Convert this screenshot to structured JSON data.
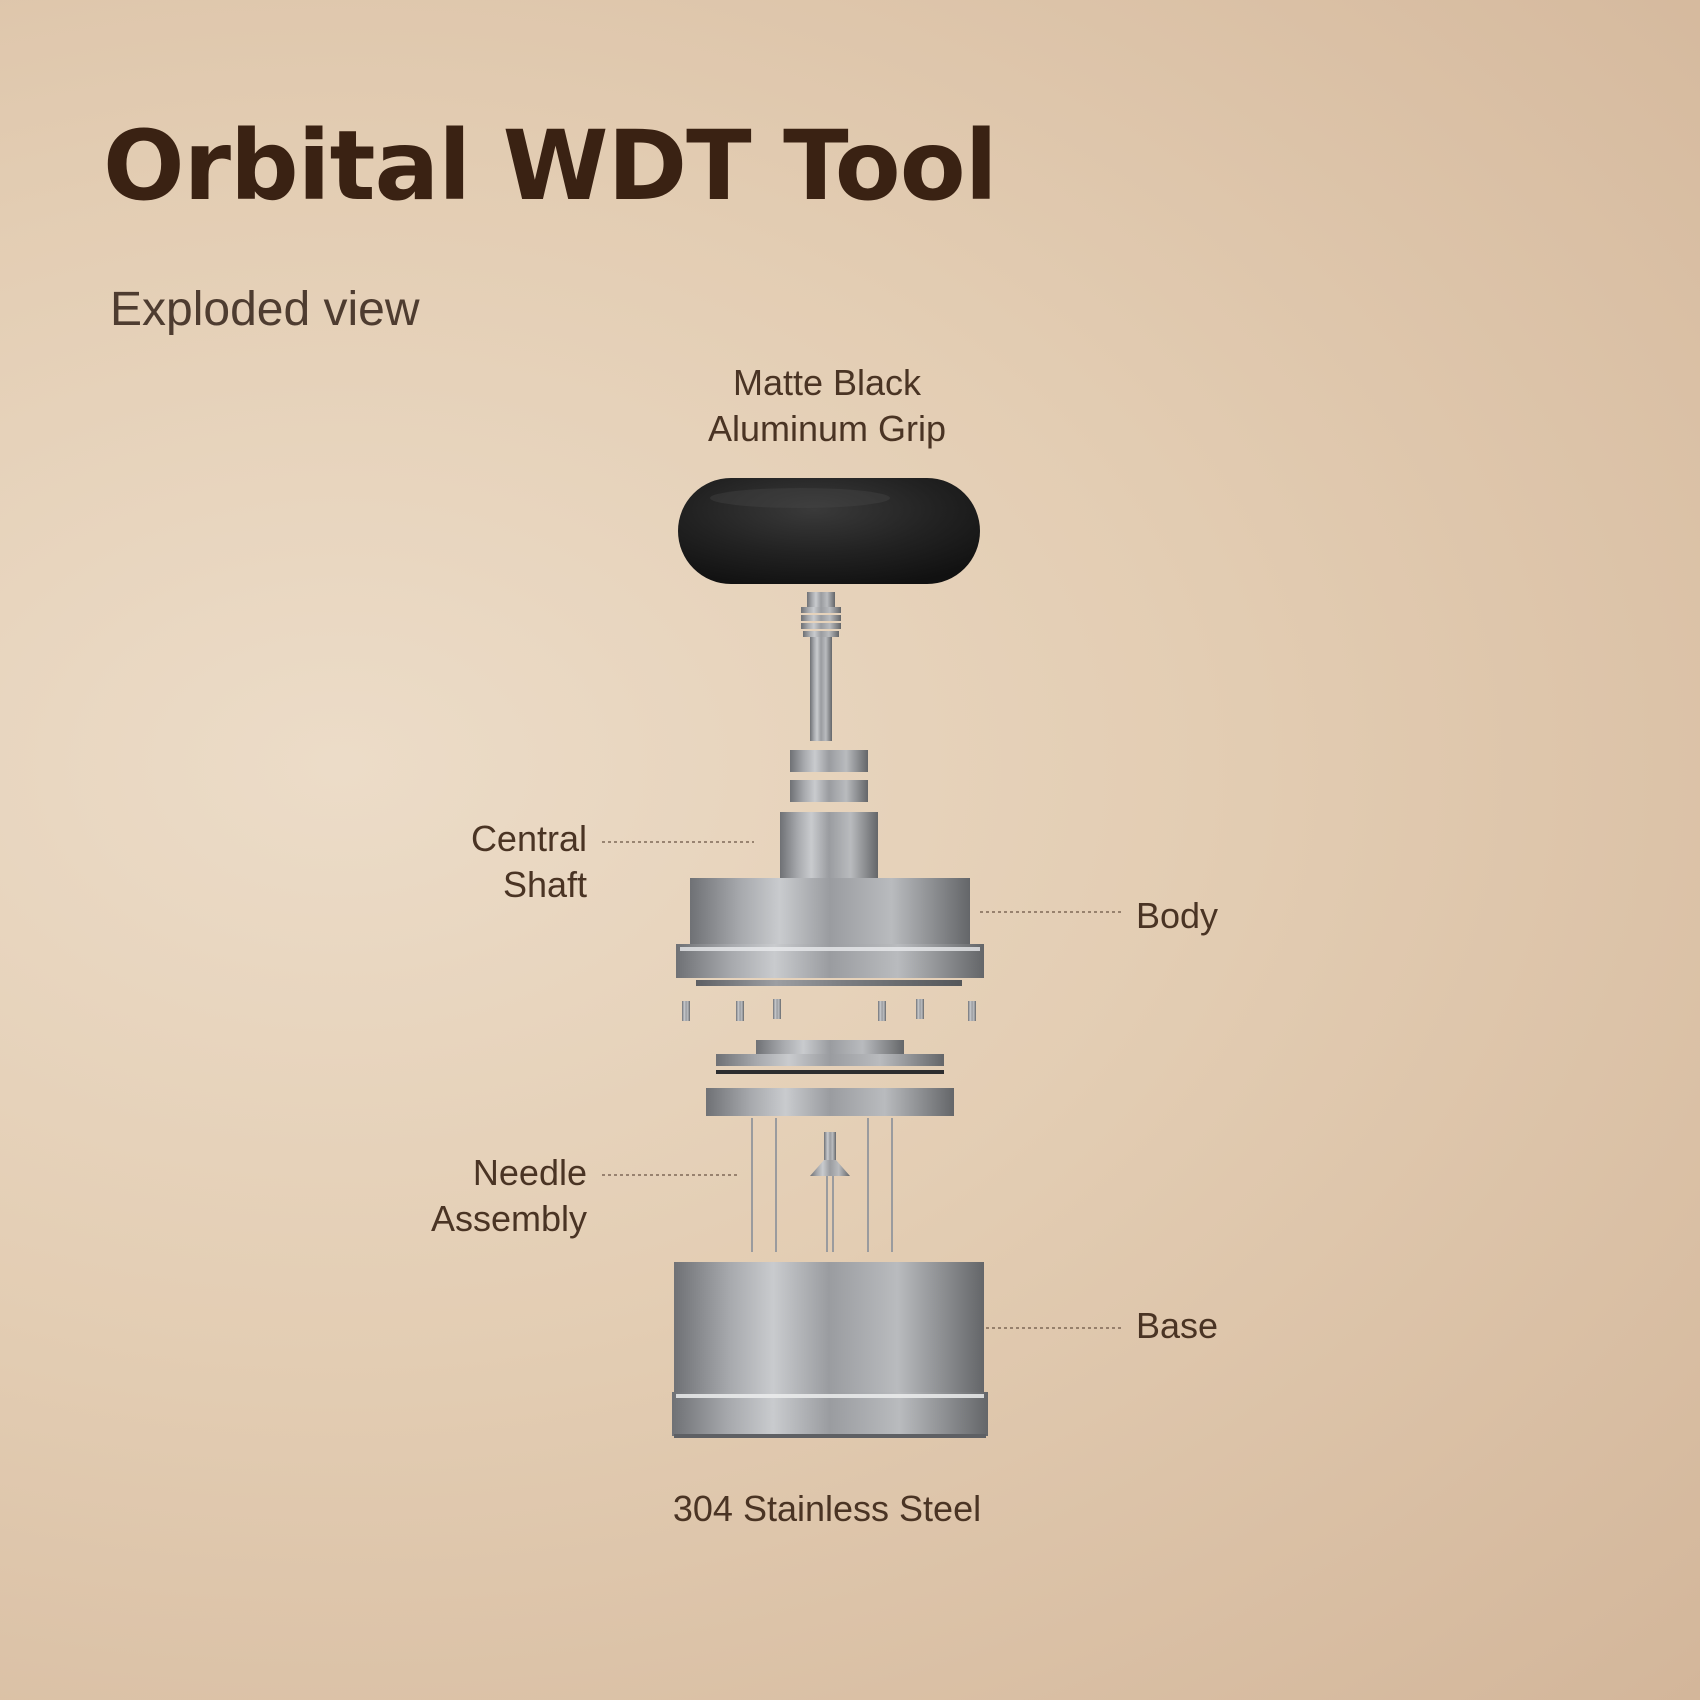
{
  "header": {
    "title": "Orbital WDT Tool",
    "subtitle": "Exploded view"
  },
  "callouts": {
    "grip": [
      "Matte Black",
      "Aluminum Grip"
    ],
    "central_shaft": [
      "Central",
      "Shaft"
    ],
    "body": "Body",
    "needle_assembly": [
      "Needle",
      "Assembly"
    ],
    "base": "Base",
    "material": "304 Stainless Steel"
  },
  "colors": {
    "title": "#3a2213",
    "label": "#4a3424",
    "grip": "#1f1f1f",
    "steel": "#8e9094"
  }
}
